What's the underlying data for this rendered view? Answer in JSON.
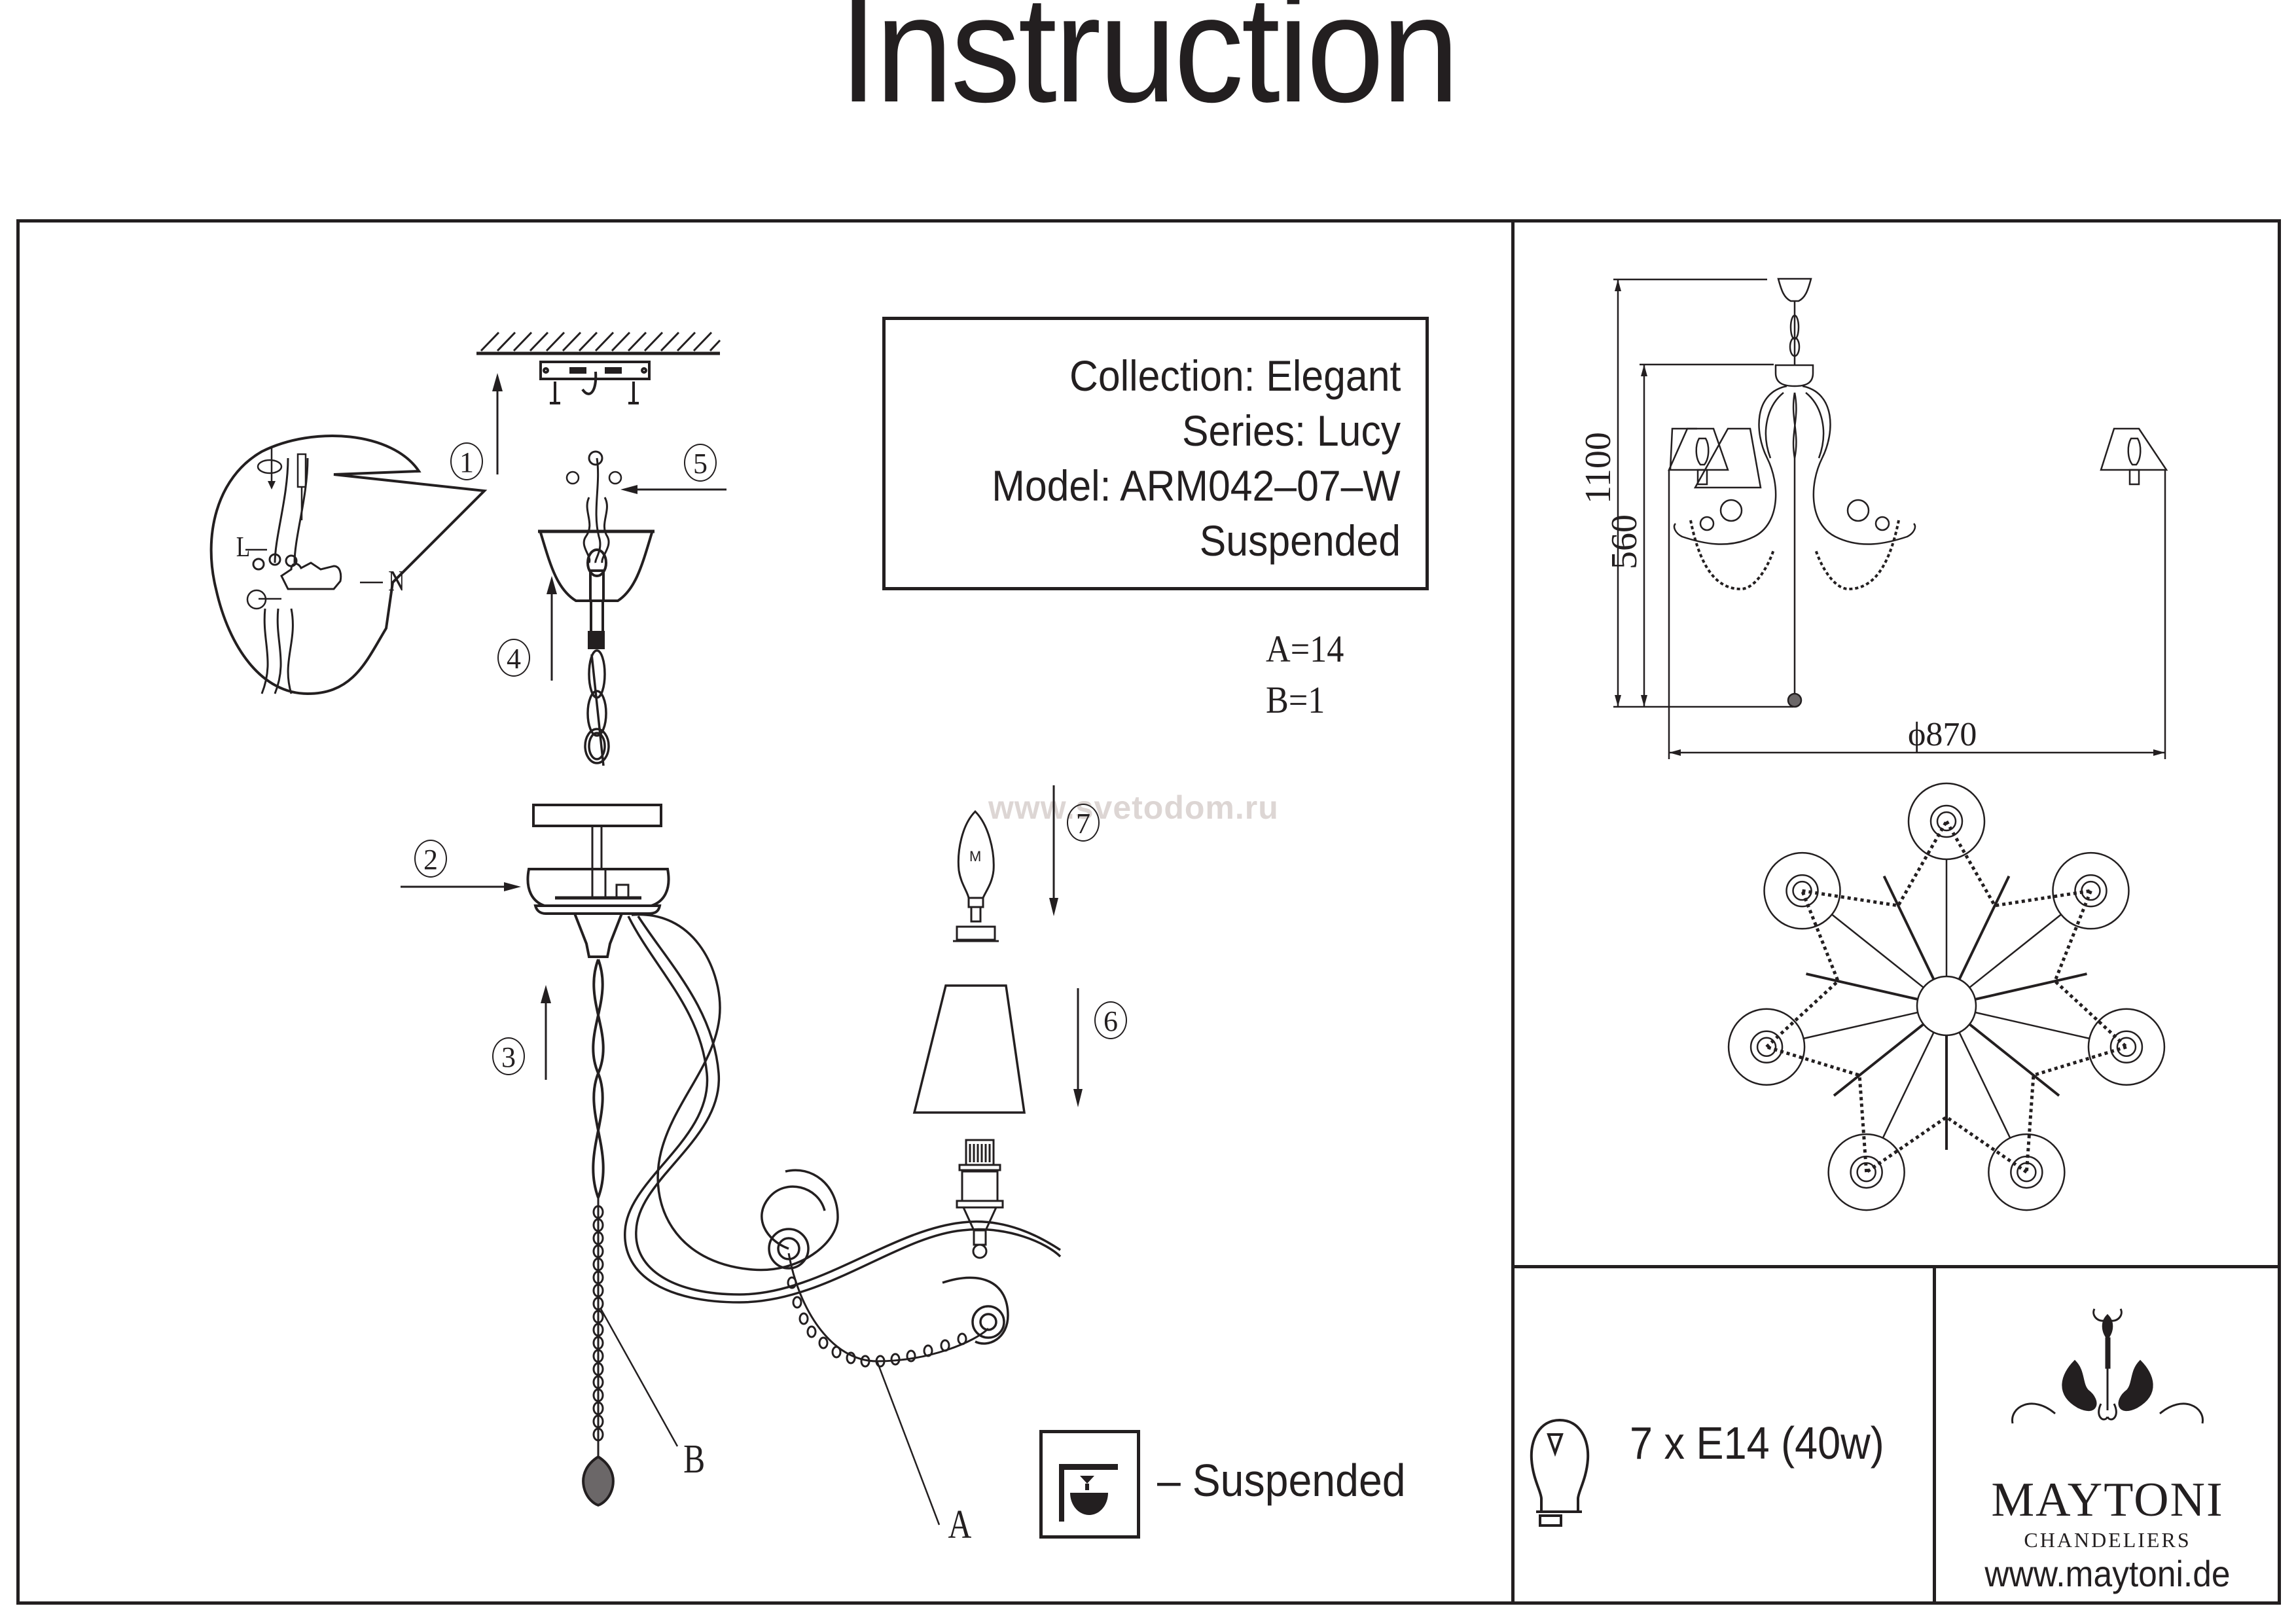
{
  "title": "Instruction",
  "info": {
    "collection": "Collection: Elegant",
    "series": "Series: Lucy",
    "model": "Model: ARM042–07–W",
    "mount_type": "Suspended"
  },
  "parts_count": {
    "a": "A=14",
    "b": "B=1"
  },
  "part_labels": {
    "a": "A",
    "b": "B"
  },
  "steps": [
    "1",
    "2",
    "3",
    "4",
    "5",
    "6",
    "7"
  ],
  "wiring_labels": {
    "live": "L",
    "neutral": "N",
    "earth_symbol": "earth-ground-icon"
  },
  "watermark": "www.svetodom.ru",
  "legend": {
    "icon": "suspended-mount-icon",
    "text": "– Suspended"
  },
  "dimensions": {
    "total_height": "1100",
    "body_height": "560",
    "diameter": "ϕ870"
  },
  "lamp": {
    "icon": "light-bulb-icon",
    "spec": "7 x E14 (40w)"
  },
  "brand": {
    "logo": "maytoni-chandelier-logo",
    "name": "MAYTONI",
    "subtitle": "CHANDELIERS",
    "url": "www.maytoni.de"
  },
  "colors": {
    "ink": "#231f20",
    "watermark": "#ddd6d4",
    "background": "#ffffff"
  }
}
